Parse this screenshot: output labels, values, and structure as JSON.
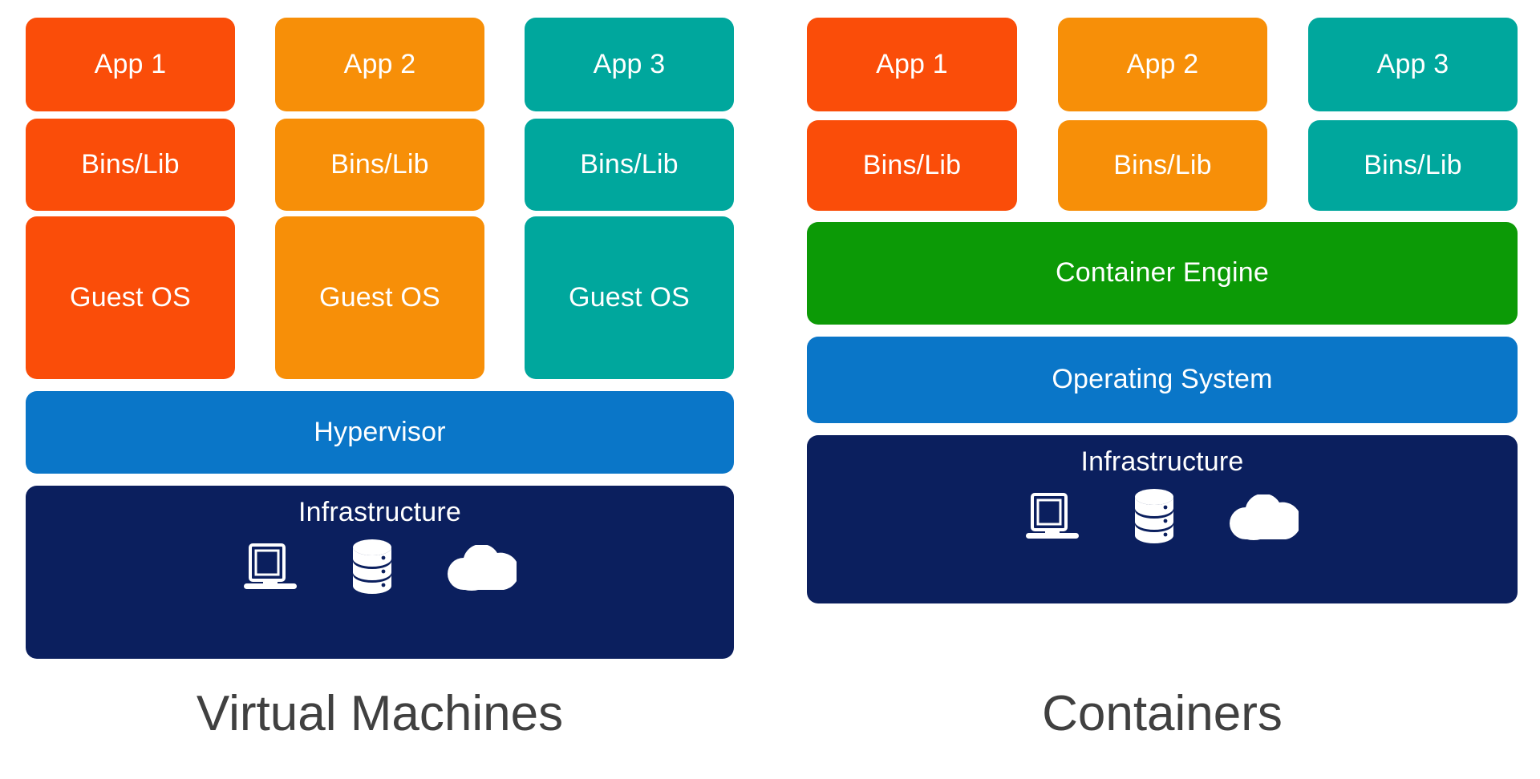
{
  "diagram": {
    "title_left": "Virtual Machines",
    "title_right": "Containers",
    "colors": {
      "app1": "#FA4D09",
      "app2": "#F78F08",
      "app3": "#00A79D",
      "hypervisor": "#0A76C8",
      "operating_system": "#0A76C8",
      "container_engine": "#0C9A06",
      "infrastructure": "#0B1F5E",
      "caption_text": "#404040",
      "box_text": "#FFFFFF",
      "background": "#FFFFFF"
    }
  },
  "vm_panel": {
    "name": "Virtual Machines",
    "columns": [
      {
        "app": "App 1",
        "bins": "Bins/Lib",
        "guest": "Guest OS",
        "color_key": "app1"
      },
      {
        "app": "App 2",
        "bins": "Bins/Lib",
        "guest": "Guest OS",
        "color_key": "app2"
      },
      {
        "app": "App 3",
        "bins": "Bins/Lib",
        "guest": "Guest OS",
        "color_key": "app3"
      }
    ],
    "bars": [
      {
        "label": "Hypervisor",
        "color_key": "hypervisor"
      },
      {
        "label": "Infrastructure",
        "color_key": "infrastructure"
      }
    ],
    "infrastructure_icons": [
      "laptop-icon",
      "database-icon",
      "cloud-icon"
    ]
  },
  "container_panel": {
    "name": "Containers",
    "columns": [
      {
        "app": "App 1",
        "bins": "Bins/Lib",
        "color_key": "app1"
      },
      {
        "app": "App 2",
        "bins": "Bins/Lib",
        "color_key": "app2"
      },
      {
        "app": "App 3",
        "bins": "Bins/Lib",
        "color_key": "app3"
      }
    ],
    "bars": [
      {
        "label": "Container Engine",
        "color_key": "container_engine"
      },
      {
        "label": "Operating System",
        "color_key": "operating_system"
      },
      {
        "label": "Infrastructure",
        "color_key": "infrastructure"
      }
    ],
    "infrastructure_icons": [
      "laptop-icon",
      "database-icon",
      "cloud-icon"
    ]
  }
}
